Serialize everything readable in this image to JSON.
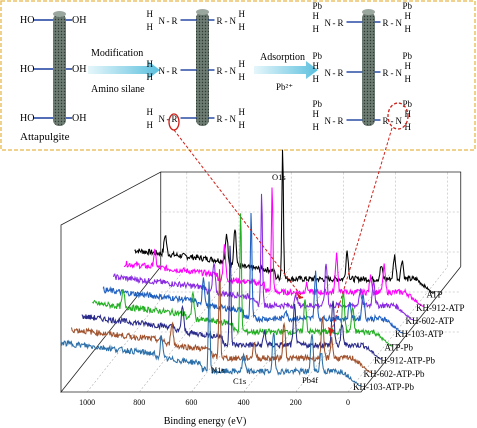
{
  "scheme": {
    "substrate_label": "Attapulgite",
    "step1_top": "Modification",
    "step1_bottom": "Amino silane",
    "step2_top": "Adsorption",
    "step2_bottom": "Pb²⁺",
    "hydroxyl": "OH",
    "hydroxyl_left": "HO",
    "amine_h": "H",
    "amine_n": "N",
    "amine_r": "R",
    "lead": "Pb",
    "dash": "-",
    "border_color": "#e8b84a",
    "arrow_color": "#5bc0de",
    "bond_color": "#1a3f9e",
    "circle_color": "#d0201a"
  },
  "chart_data": {
    "type": "line",
    "style": "3d-waterfall",
    "xlabel": "Binding energy (eV)",
    "xlim": [
      1100,
      -50
    ],
    "x_ticks": [
      1000,
      800,
      600,
      400,
      200,
      0
    ],
    "annotations": [
      "O1s",
      "N1s",
      "C1s",
      "Pb4f"
    ],
    "series": [
      {
        "name": "ATP",
        "color": "#000000",
        "peaks": [
          [
            532,
            1.0
          ],
          [
            285,
            0.22
          ],
          [
            103,
            0.18
          ],
          [
            154,
            0.1
          ],
          [
            74,
            0.15
          ],
          [
            715,
            0.3
          ],
          [
            747,
            0.2
          ],
          [
            982,
            0.15
          ]
        ]
      },
      {
        "name": "KH-912-ATP",
        "color": "#ff00ff",
        "peaks": [
          [
            532,
            0.8
          ],
          [
            400,
            0.06
          ],
          [
            285,
            0.3
          ],
          [
            103,
            0.2
          ],
          [
            154,
            0.12
          ],
          [
            715,
            0.25
          ],
          [
            982,
            0.12
          ]
        ]
      },
      {
        "name": "KH-602-ATP",
        "color": "#8a2be2",
        "peaks": [
          [
            532,
            0.85
          ],
          [
            400,
            0.08
          ],
          [
            285,
            0.32
          ],
          [
            103,
            0.2
          ],
          [
            154,
            0.12
          ],
          [
            715,
            0.22
          ]
        ]
      },
      {
        "name": "KH-103-ATP",
        "color": "#1e5fbf",
        "peaks": [
          [
            532,
            0.8
          ],
          [
            400,
            0.07
          ],
          [
            285,
            0.35
          ],
          [
            103,
            0.2
          ],
          [
            154,
            0.12
          ],
          [
            715,
            0.22
          ]
        ]
      },
      {
        "name": "ATP-Pb",
        "color": "#22b022",
        "peaks": [
          [
            532,
            0.9
          ],
          [
            285,
            0.25
          ],
          [
            138,
            0.3
          ],
          [
            103,
            0.18
          ],
          [
            715,
            0.2
          ],
          [
            982,
            0.12
          ]
        ]
      },
      {
        "name": "KH-912-ATP-Pb",
        "color": "#2a2a8a",
        "peaks": [
          [
            532,
            0.75
          ],
          [
            400,
            0.1
          ],
          [
            285,
            0.3
          ],
          [
            138,
            0.35
          ],
          [
            103,
            0.15
          ],
          [
            715,
            0.2
          ]
        ]
      },
      {
        "name": "KH-602-ATP-Pb",
        "color": "#a0522d",
        "peaks": [
          [
            532,
            0.7
          ],
          [
            400,
            0.12
          ],
          [
            285,
            0.28
          ],
          [
            138,
            0.3
          ],
          [
            103,
            0.15
          ],
          [
            715,
            0.18
          ]
        ]
      },
      {
        "name": "KH-103-ATP-Pb",
        "color": "#2c6fa8",
        "peaks": [
          [
            532,
            0.7
          ],
          [
            400,
            0.12
          ],
          [
            285,
            0.3
          ],
          [
            138,
            0.3
          ],
          [
            103,
            0.15
          ],
          [
            715,
            0.18
          ]
        ]
      }
    ]
  }
}
